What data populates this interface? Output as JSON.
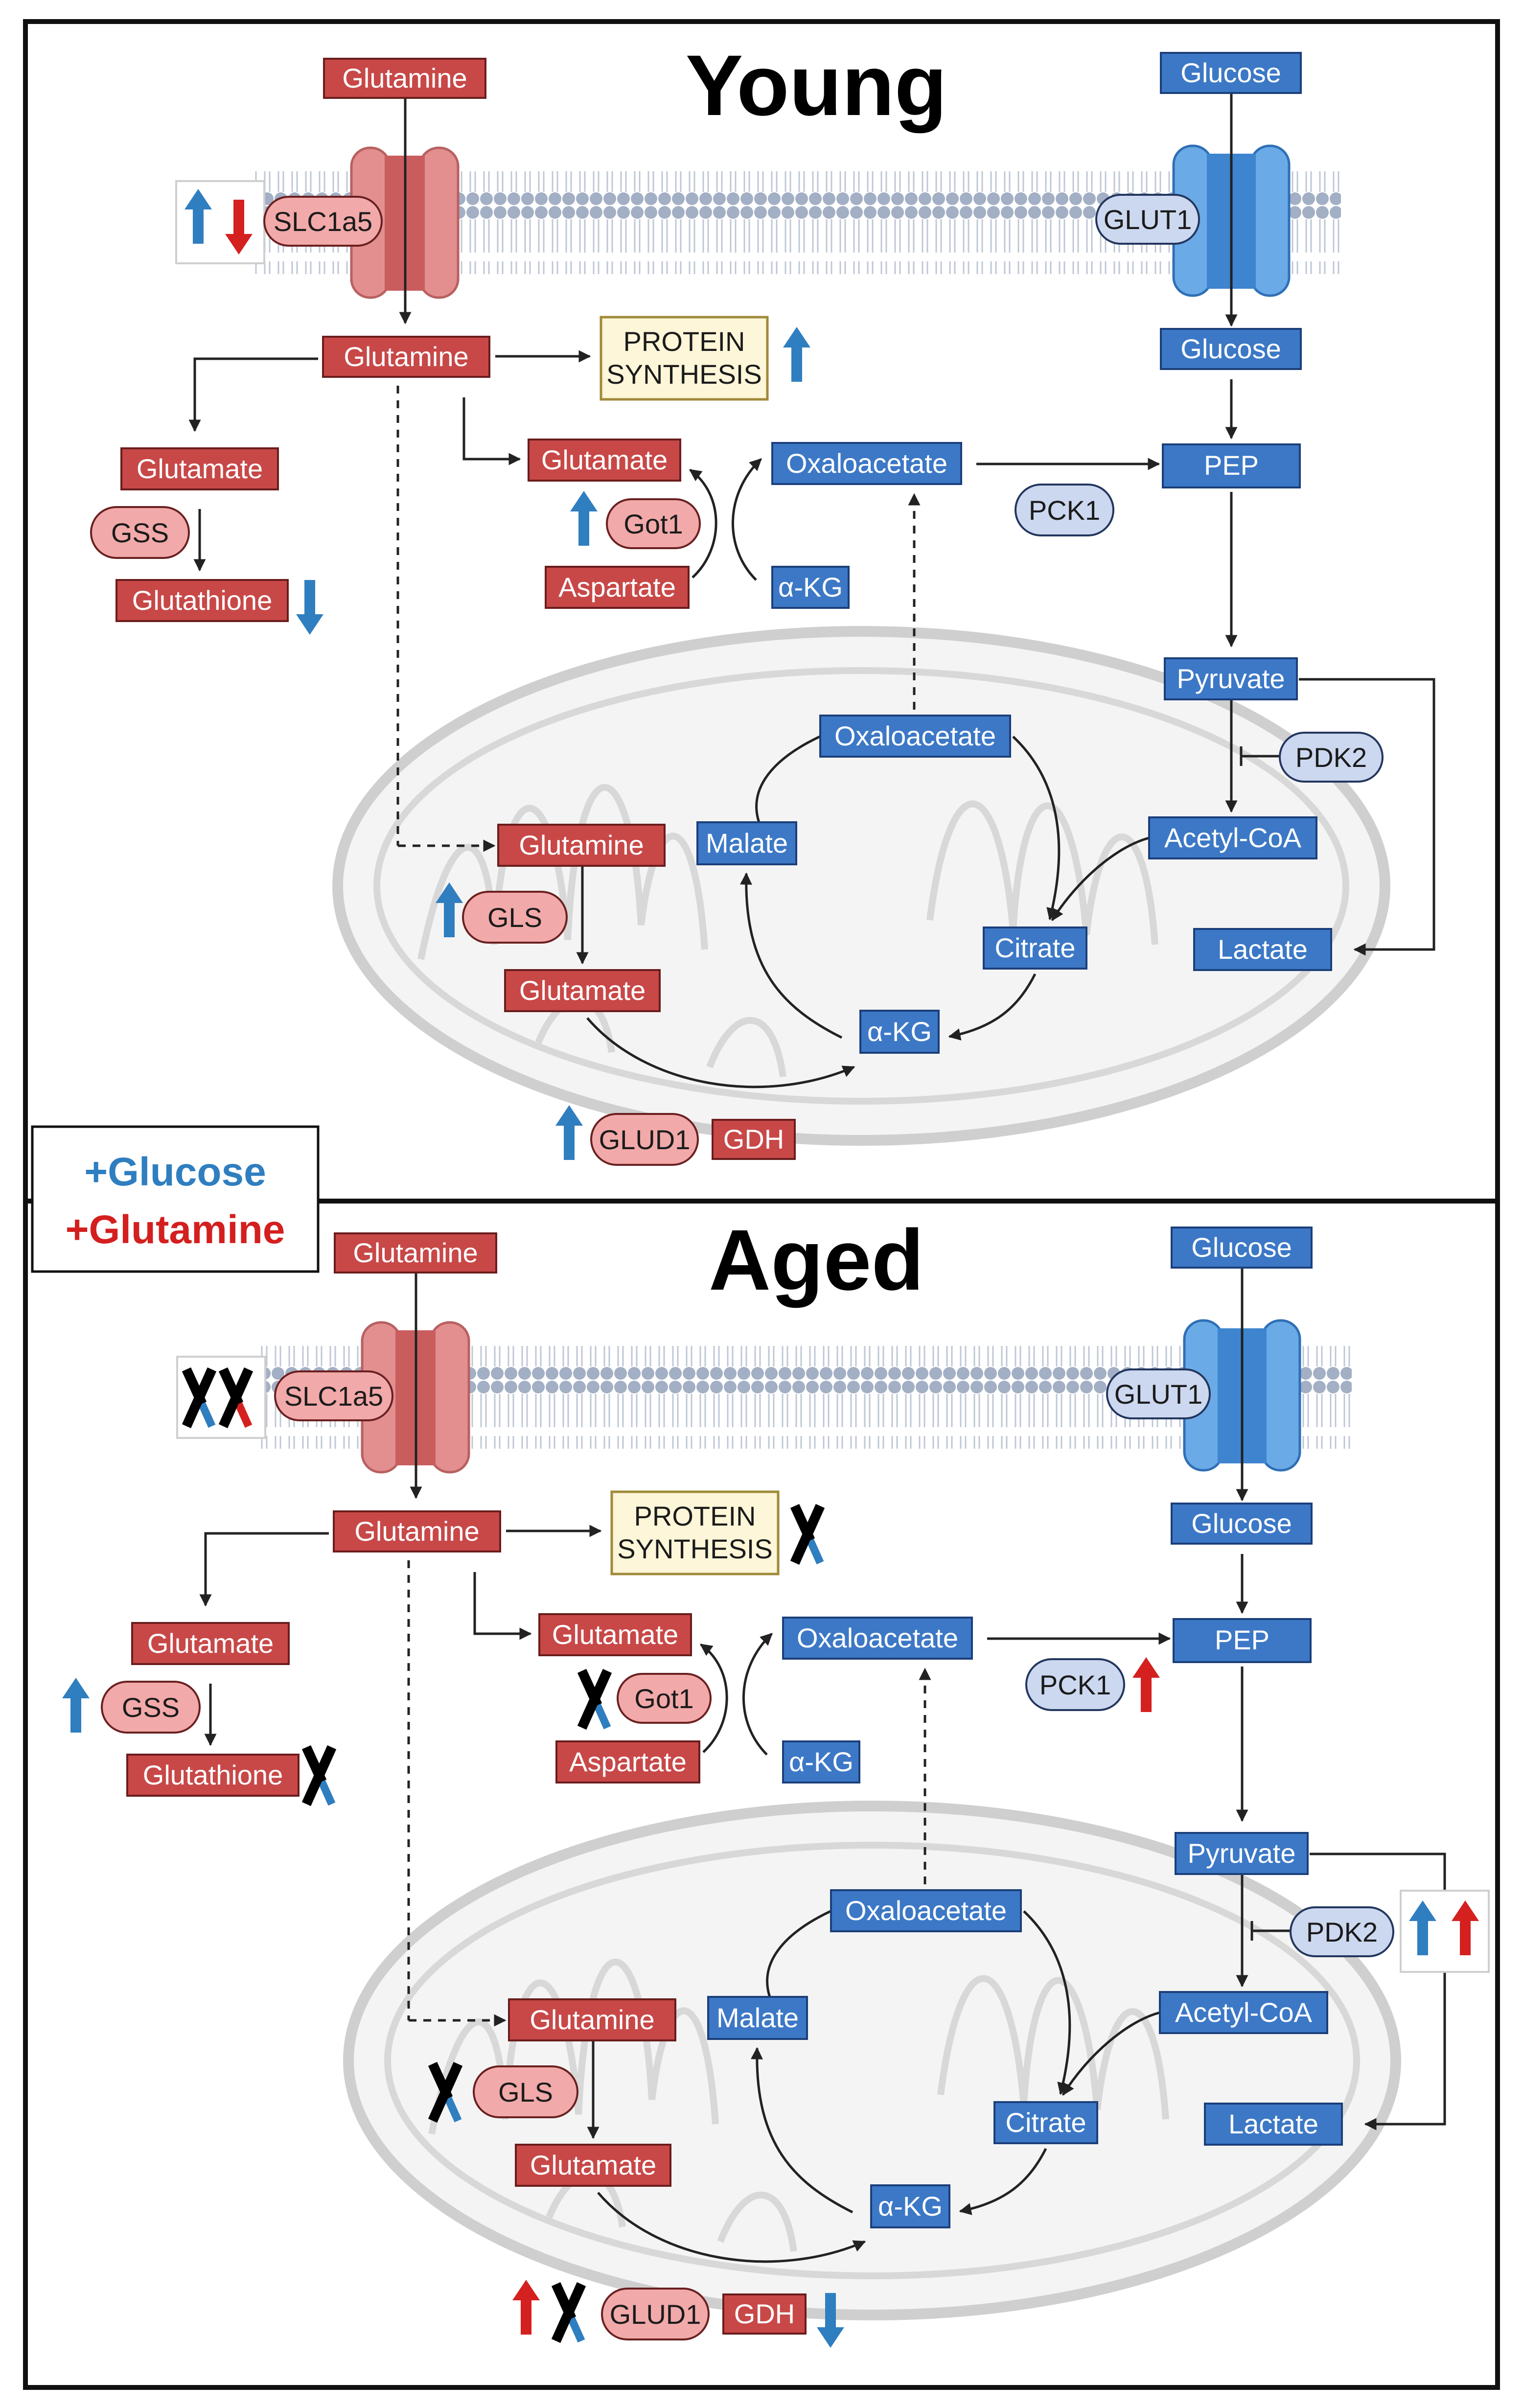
{
  "panels": {
    "young": {
      "title": "Young",
      "membrane": {
        "glutamine_in": "Glutamine",
        "transporter": "SLC1a5",
        "glucose_in": "Glucose",
        "glucose_transporter": "GLUT1"
      },
      "cytosol": {
        "glutamine": "Glutamine",
        "protein_synthesis_line1": "PROTEIN",
        "protein_synthesis_line2": "SYNTHESIS",
        "glutamate_left": "Glutamate",
        "gss": "GSS",
        "glutathione": "Glutathione",
        "glutamate_mid": "Glutamate",
        "got1": "Got1",
        "aspartate": "Aspartate",
        "oxaloacetate": "Oxaloacetate",
        "akg_cyto": "α-KG",
        "pck1": "PCK1",
        "glucose_cyto": "Glucose",
        "pep": "PEP",
        "pyruvate": "Pyruvate",
        "pdk2": "PDK2",
        "acetyl_coa": "Acetyl-CoA",
        "lactate": "Lactate"
      },
      "mito": {
        "oxaloacetate": "Oxaloacetate",
        "malate": "Malate",
        "citrate": "Citrate",
        "akg": "α-KG",
        "glutamine": "Glutamine",
        "gls": "GLS",
        "glutamate": "Glutamate",
        "glud1": "GLUD1",
        "gdh": "GDH"
      }
    },
    "aged": {
      "title": "Aged",
      "membrane": {
        "glutamine_in": "Glutamine",
        "transporter": "SLC1a5",
        "glucose_in": "Glucose",
        "glucose_transporter": "GLUT1"
      },
      "cytosol": {
        "glutamine": "Glutamine",
        "protein_synthesis_line1": "PROTEIN",
        "protein_synthesis_line2": "SYNTHESIS",
        "glutamate_left": "Glutamate",
        "gss": "GSS",
        "glutathione": "Glutathione",
        "glutamate_mid": "Glutamate",
        "got1": "Got1",
        "aspartate": "Aspartate",
        "oxaloacetate": "Oxaloacetate",
        "akg_cyto": "α-KG",
        "pck1": "PCK1",
        "glucose_cyto": "Glucose",
        "pep": "PEP",
        "pyruvate": "Pyruvate",
        "pdk2": "PDK2",
        "acetyl_coa": "Acetyl-CoA",
        "lactate": "Lactate"
      },
      "mito": {
        "oxaloacetate": "Oxaloacetate",
        "malate": "Malate",
        "citrate": "Citrate",
        "akg": "α-KG",
        "glutamine": "Glutamine",
        "gls": "GLS",
        "glutamate": "Glutamate",
        "glud1": "GLUD1",
        "gdh": "GDH"
      }
    }
  },
  "legend": {
    "glucose": "+Glucose",
    "glutamine": "+Glutamine"
  },
  "colors": {
    "glutamine_box": "#c84848",
    "glucose_box": "#3c78c6",
    "enzyme_red": "#f2a9a9",
    "enzyme_blue": "#ccd8ef",
    "arrow_up_blue": "#2f7ec0",
    "arrow_red": "#d52020",
    "legend_blue": "#2f7ec0",
    "legend_red": "#d41f1f"
  },
  "icons": {
    "increase": "up-arrow-icon",
    "decrease": "down-arrow-icon",
    "no_effect": "x-mark-icon"
  }
}
